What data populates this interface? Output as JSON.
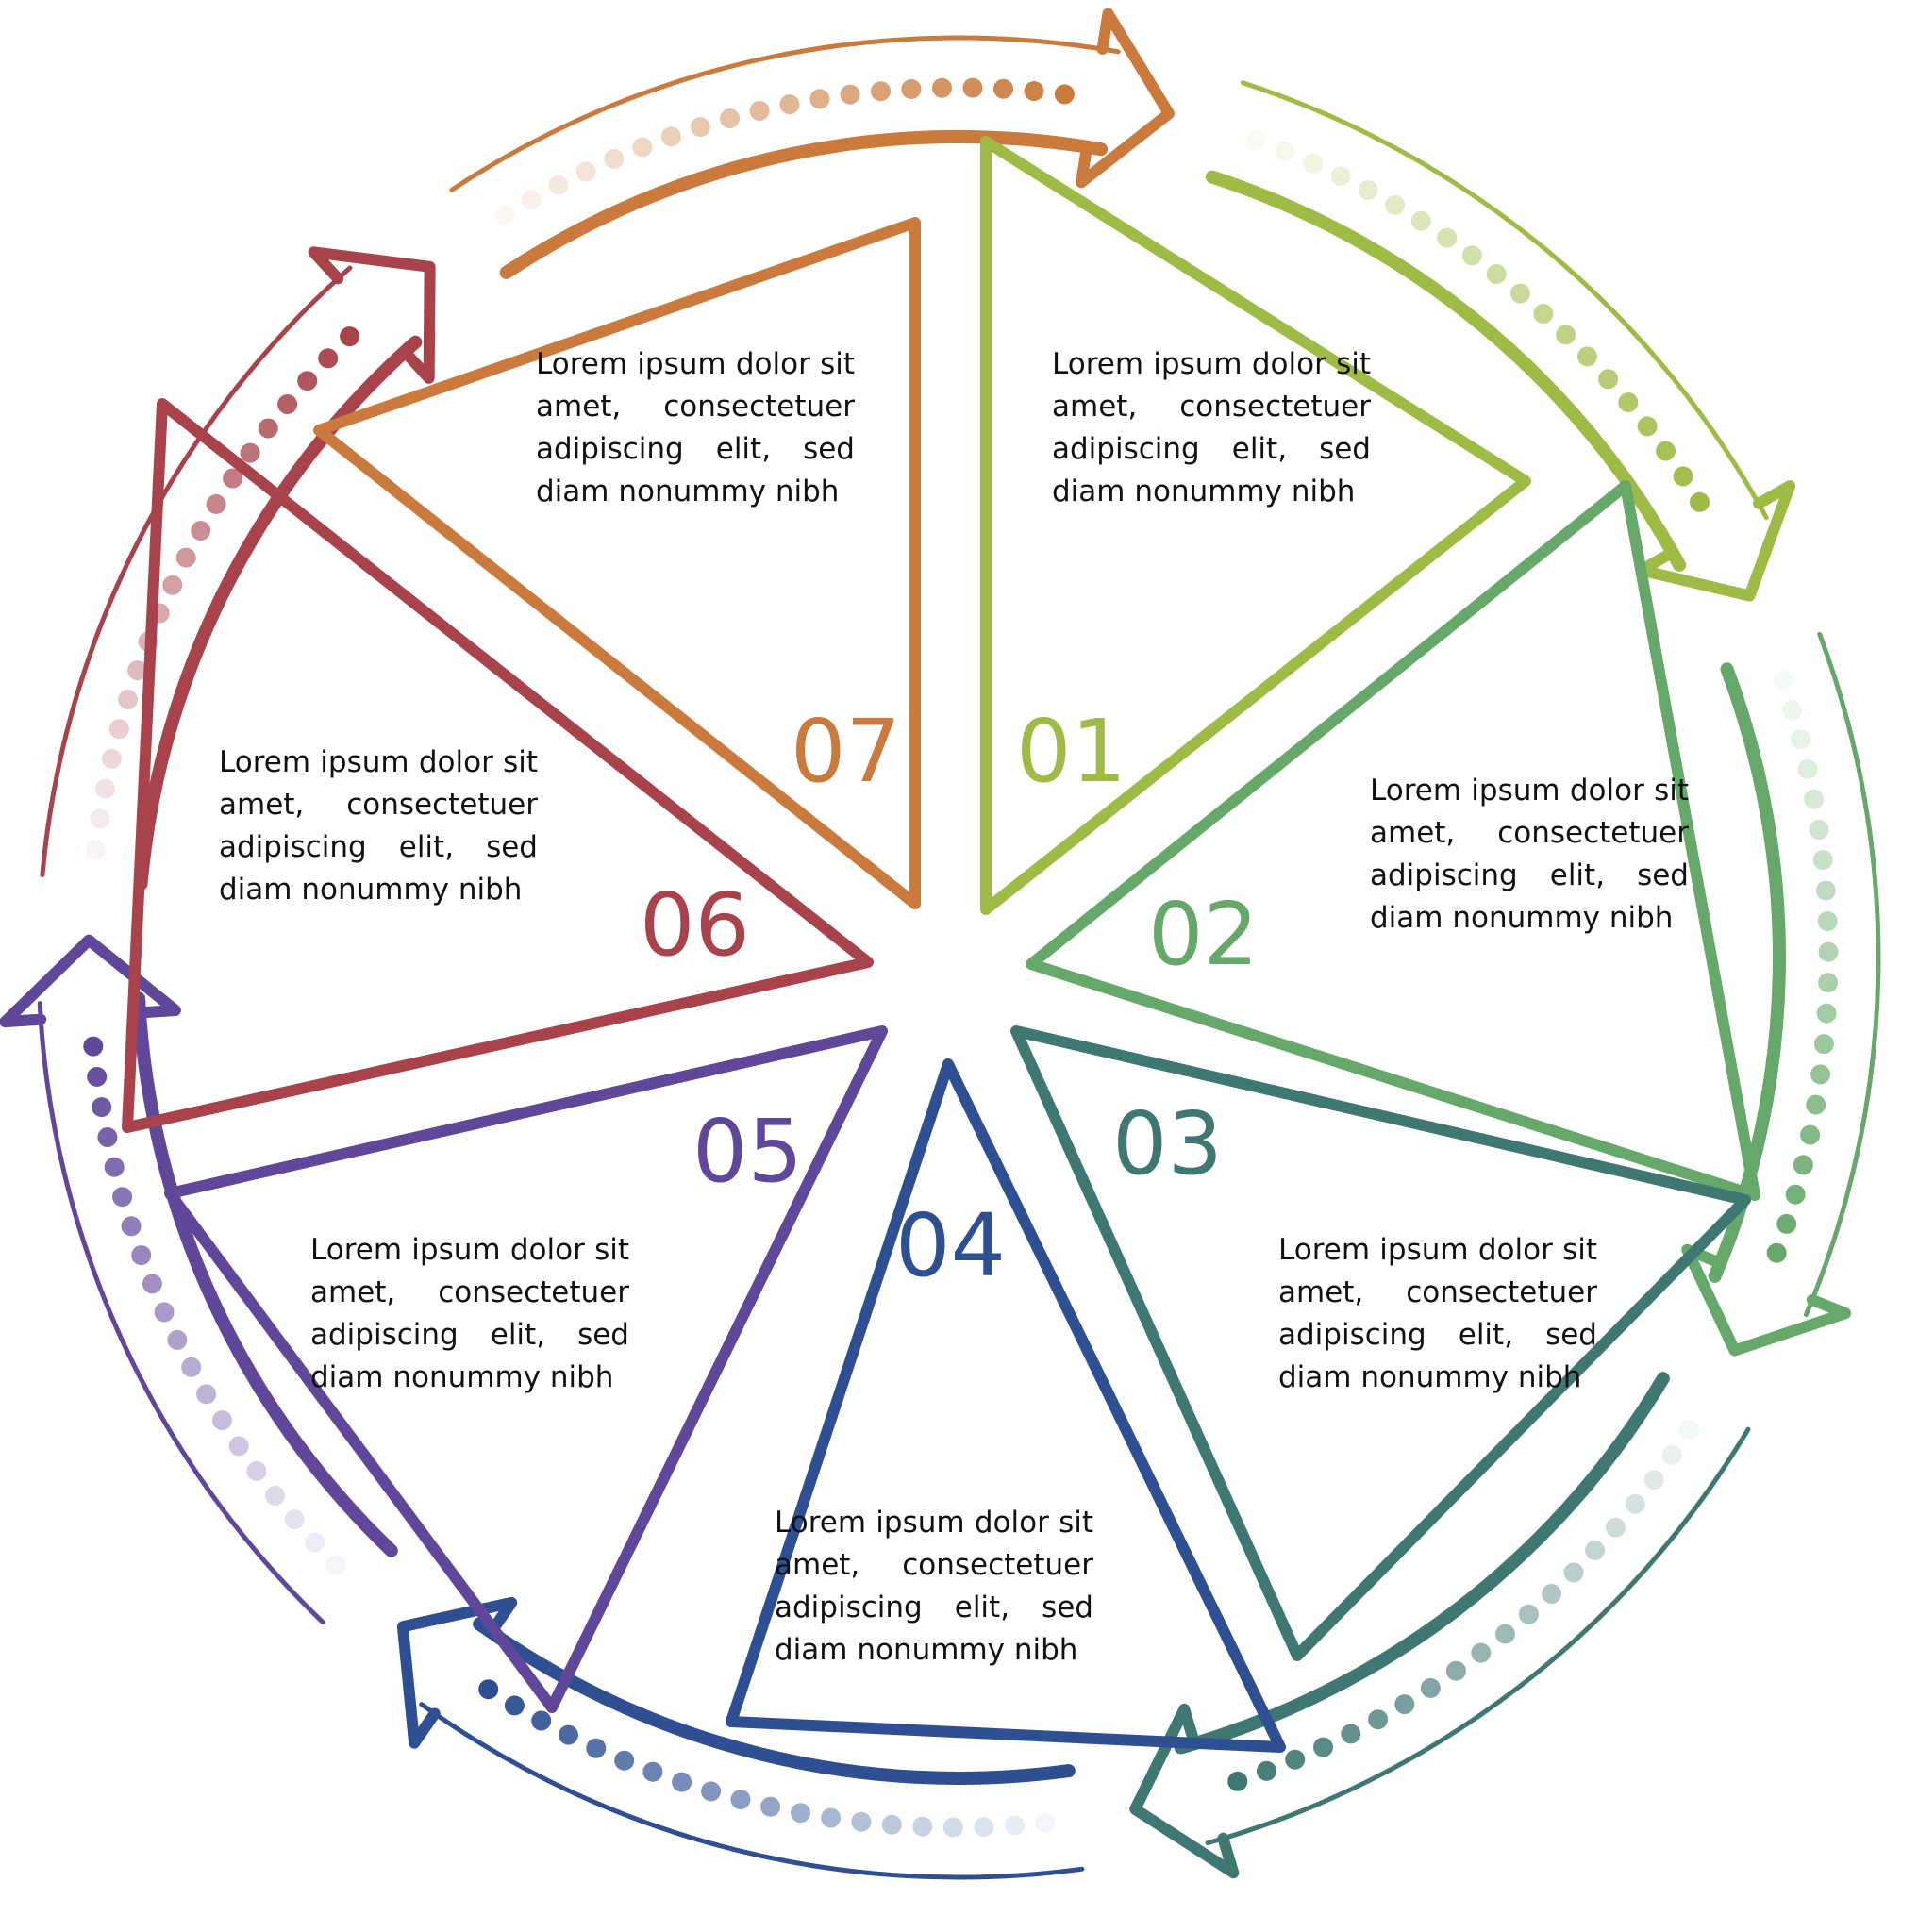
{
  "segments": [
    {
      "id": "01",
      "number": "01",
      "text": "Lorem ipsum dolor sit amet, consectetuer adipiscing elit, sed diam nonummy nibh",
      "color": "#9fba45"
    },
    {
      "id": "02",
      "number": "02",
      "text": "Lorem ipsum dolor sit amet, consectetuer adipiscing elit, sed diam nonummy nibh",
      "color": "#66a86a"
    },
    {
      "id": "03",
      "number": "03",
      "text": "Lorem ipsum dolor sit amet, consectetuer adipiscing elit, sed diam nonummy nibh",
      "color": "#3f7772"
    },
    {
      "id": "04",
      "number": "04",
      "text": "Lorem ipsum dolor sit amet, consectetuer adipiscing elit, sed diam nonummy nibh",
      "color": "#2e4f92"
    },
    {
      "id": "05",
      "number": "05",
      "text": "Lorem ipsum dolor sit amet, consectetuer adipiscing elit, sed diam nonummy nibh",
      "color": "#60479a"
    },
    {
      "id": "06",
      "number": "06",
      "text": "Lorem ipsum dolor sit amet, consectetuer adipiscing elit, sed diam nonummy nibh",
      "color": "#a8434c"
    },
    {
      "id": "07",
      "number": "07",
      "text": "Lorem ipsum dolor sit amet, consectetuer adipiscing elit, sed diam nonummy nibh",
      "color": "#c97a3c"
    }
  ]
}
